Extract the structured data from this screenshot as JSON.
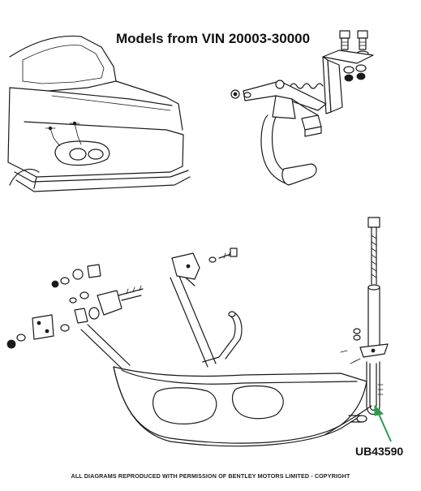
{
  "diagram": {
    "title": "Models from VIN 20003-30000",
    "part_number": "UB43590",
    "footer": "ALL DIAGRAMS REPRODUCED WITH PERMISSION OF BENTLEY MOTORS LIMITED - COPYRIGHT"
  },
  "colors": {
    "line": "#1a1a1a",
    "pointer_arrow": "#2a9d4b",
    "background": "#ffffff"
  }
}
